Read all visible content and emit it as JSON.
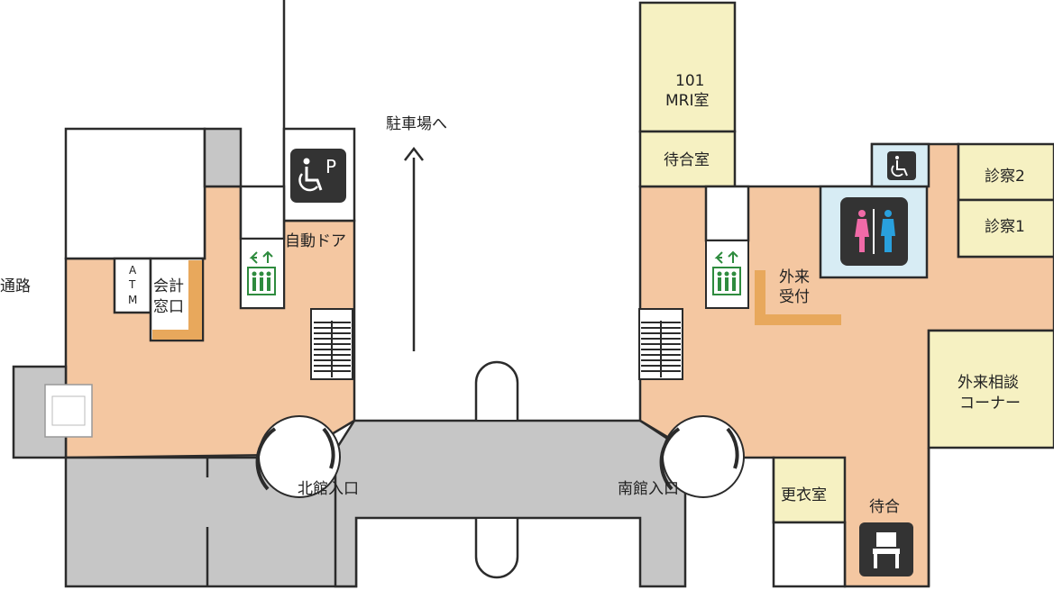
{
  "labels": {
    "passage": "通路",
    "to_parking": "駐車場へ",
    "auto_door": "自動ドア",
    "atm": [
      "A",
      "T",
      "M"
    ],
    "accounting": [
      "会計",
      "窓口"
    ],
    "north_entrance": "北館入口",
    "south_entrance": "南館入口",
    "mri_number": "101",
    "mri_room": "MRI室",
    "waiting_room": "待合室",
    "exam2": "診察2",
    "exam1": "診察1",
    "outpatient_reception": [
      "外来",
      "受付"
    ],
    "consult_corner": [
      "外来相談",
      "コーナー"
    ],
    "changing_room": "更衣室",
    "waiting": "待合",
    "parking_sign": "P"
  },
  "icons": {
    "accessible_parking": "accessible-parking-icon",
    "elevator": "elevator-icon",
    "stairs": "stairs-icon",
    "wheelchair": "wheelchair-icon",
    "restroom": "restroom-icon",
    "chair": "waiting-chair-icon",
    "revolving_door": "revolving-door-icon",
    "up_arrow": "up-arrow-icon"
  },
  "colors": {
    "floor": "#f4c7a1",
    "room": "#f6f1c2",
    "gray": "#c6c6c6",
    "counter": "#e8a85c",
    "restroom_bg": "#d7ecf4",
    "elevator_green": "#2e8b3e",
    "icon_dark": "#333333",
    "female": "#f06aa7",
    "male": "#29a0dd",
    "wall": "#2b2b2b"
  }
}
